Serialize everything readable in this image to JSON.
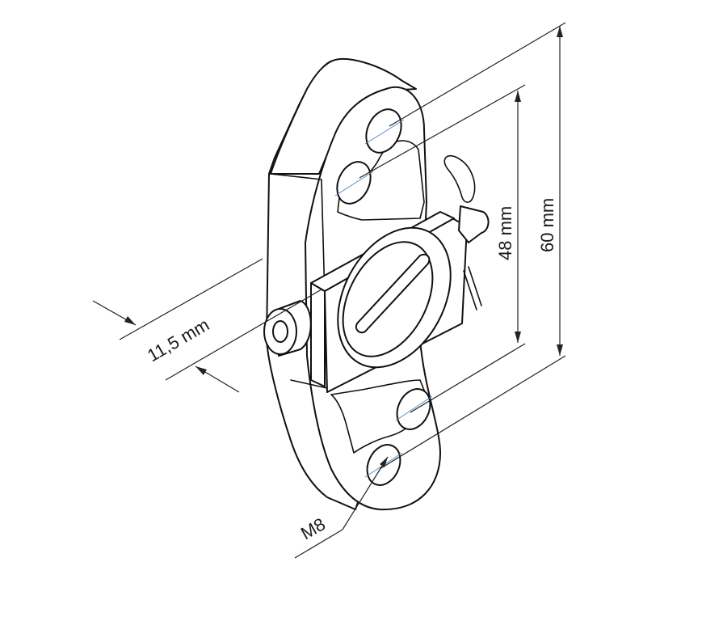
{
  "diagram": {
    "part": "bracket",
    "dimensions": {
      "thickness_label": "11,5 mm",
      "hole_spacing_label": "48 mm",
      "overall_height_label": "60 mm",
      "thread_label": "M8"
    },
    "colors": {
      "line": "#111111",
      "dimension": "#222222",
      "centerline": "#4a88c4",
      "background": "#ffffff"
    }
  }
}
